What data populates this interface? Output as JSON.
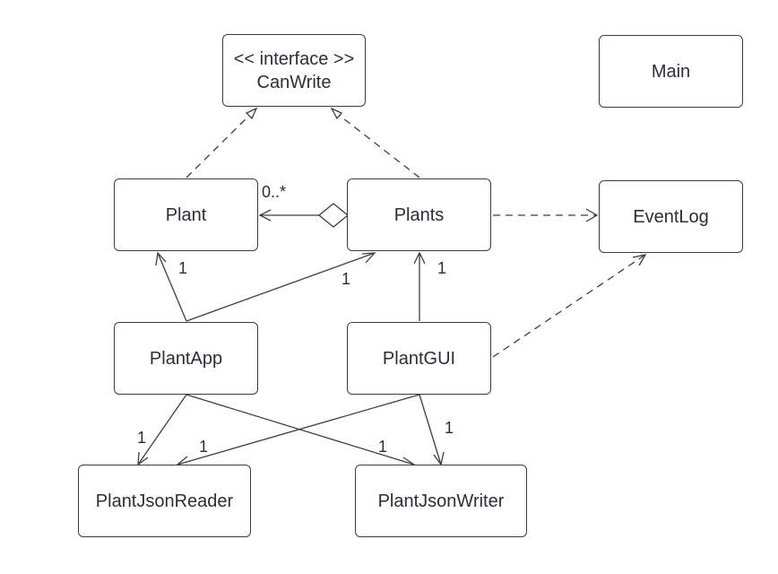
{
  "classes": {
    "canwrite": {
      "stereotype": "<< interface >>",
      "name": "CanWrite"
    },
    "main": {
      "name": "Main"
    },
    "plant": {
      "name": "Plant"
    },
    "plants": {
      "name": "Plants"
    },
    "eventlog": {
      "name": "EventLog"
    },
    "plantapp": {
      "name": "PlantApp"
    },
    "plantgui": {
      "name": "PlantGUI"
    },
    "plantjsonreader": {
      "name": "PlantJsonReader"
    },
    "plantjsonwriter": {
      "name": "PlantJsonWriter"
    }
  },
  "multiplicities": {
    "plants_to_plant": "0..*",
    "plantapp_to_plant": "1",
    "plantapp_to_plants": "1",
    "plantgui_to_plants": "1",
    "plantapp_to_reader": "1",
    "plantgui_to_reader": "1",
    "plantapp_to_writer": "1",
    "plantgui_to_writer": "1"
  },
  "relationships": [
    {
      "from": "Plant",
      "to": "CanWrite",
      "kind": "realization"
    },
    {
      "from": "Plants",
      "to": "CanWrite",
      "kind": "realization"
    },
    {
      "from": "Plants",
      "to": "Plant",
      "kind": "aggregation"
    },
    {
      "from": "Plants",
      "to": "EventLog",
      "kind": "dependency"
    },
    {
      "from": "PlantGUI",
      "to": "EventLog",
      "kind": "dependency"
    },
    {
      "from": "PlantApp",
      "to": "Plant",
      "kind": "association"
    },
    {
      "from": "PlantApp",
      "to": "Plants",
      "kind": "association"
    },
    {
      "from": "PlantGUI",
      "to": "Plants",
      "kind": "association"
    },
    {
      "from": "PlantApp",
      "to": "PlantJsonReader",
      "kind": "association"
    },
    {
      "from": "PlantApp",
      "to": "PlantJsonWriter",
      "kind": "association"
    },
    {
      "from": "PlantGUI",
      "to": "PlantJsonReader",
      "kind": "association"
    },
    {
      "from": "PlantGUI",
      "to": "PlantJsonWriter",
      "kind": "association"
    }
  ],
  "colors": {
    "stroke": "#3a3d44",
    "text": "#2b2e36",
    "background": "#ffffff"
  }
}
